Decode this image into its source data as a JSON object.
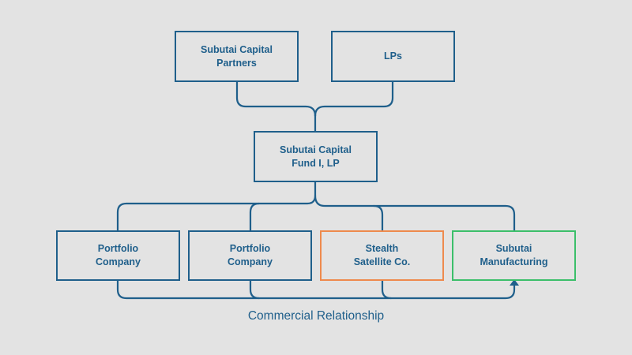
{
  "diagram": {
    "colors": {
      "line": "#1f5f8b",
      "text": "#1f5f8b",
      "stealth_border": "#ee8a4d",
      "manufacturing_border": "#3cbf6a",
      "background": "#e3e3e3"
    },
    "top": {
      "gp": "Subutai Capital\nPartners",
      "lps": "LPs"
    },
    "fund": "Subutai Capital\nFund I, LP",
    "bottom": [
      {
        "label": "Portfolio\nCompany"
      },
      {
        "label": "Portfolio\nCompany"
      },
      {
        "label": "Stealth\nSatellite Co."
      },
      {
        "label": "Subutai\nManufacturing"
      }
    ],
    "caption": "Commercial Relationship"
  }
}
